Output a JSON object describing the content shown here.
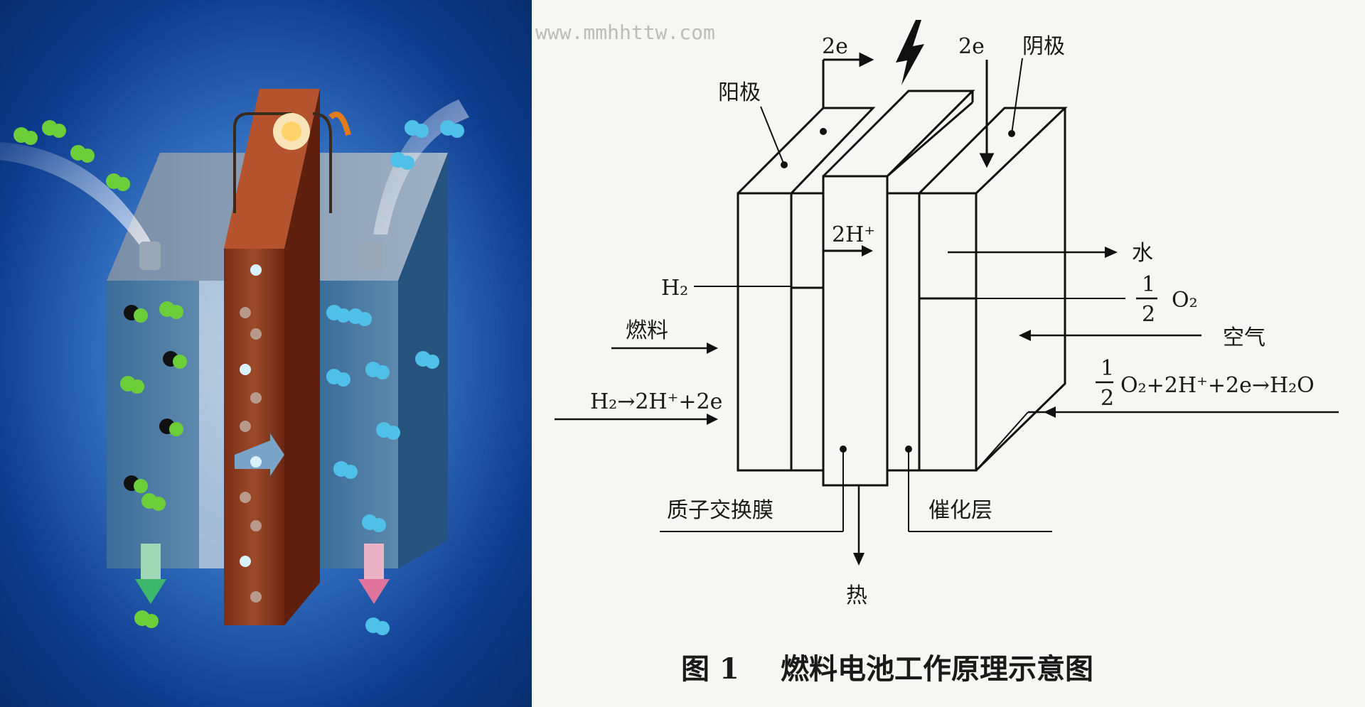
{
  "photo": {
    "title": "fuel cell 3D illustration",
    "colors": {
      "background": "#0a3a8a",
      "glow": "#cfe6ff",
      "membrane": "#8b3a1f",
      "electrode": "#5d7fa3",
      "hydrogen": "#6ccf3a",
      "oxygen": "#4fc0e8",
      "carbon": "#111111"
    }
  },
  "diagram": {
    "watermark": "www.mmhhttw.com",
    "electron_left": "2e",
    "electron_right": "2e",
    "anode_label": "阳极",
    "cathode_label": "阴极",
    "proton_label": "2H⁺",
    "h2_label": "H₂",
    "fuel_label": "燃料",
    "anode_reaction": "H₂→2H⁺+2e",
    "water_label": "水",
    "half_num": "1",
    "half_den": "2",
    "o2_label": "O₂",
    "air_label": "空气",
    "cathode_reaction_rest": "O₂+2H⁺+2e→H₂O",
    "membrane_label": "质子交换膜",
    "catalyst_label": "催化层",
    "heat_label": "热",
    "caption_fig": "图 1",
    "caption_title": "燃料电池工作原理示意图",
    "lightning_icon": "lightning-bolt-icon"
  }
}
